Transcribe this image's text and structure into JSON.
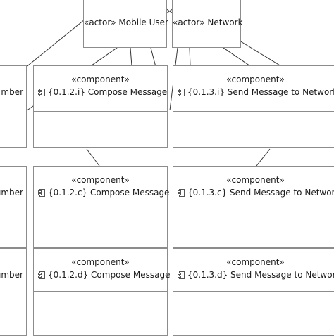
{
  "actors": {
    "mobile_user": "«actor» Mobile User",
    "network": "«actor» Network"
  },
  "stereotype": "«component»",
  "partial_label": "umber",
  "partial_label_top": "mber",
  "rows": [
    {
      "compose": "{0.1.2.i} Compose Message",
      "send": "{0.1.3.i} Send Message to Network"
    },
    {
      "compose": "{0.1.2.c} Compose Message",
      "send": "{0.1.3.c} Send Message to Network"
    },
    {
      "compose": "{0.1.2.d} Compose Message",
      "send": "{0.1.3.d} Send Message to Network"
    }
  ],
  "colors": {
    "border": "#8c8c8c",
    "line": "#333333",
    "text": "#1a1a1a"
  }
}
